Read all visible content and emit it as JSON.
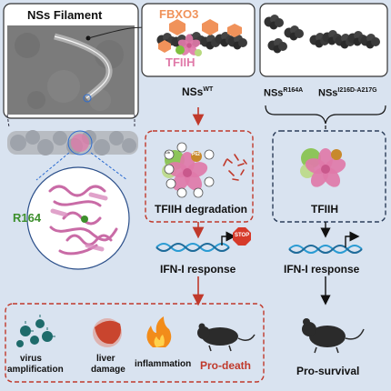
{
  "left_panel": {
    "title": "NSs Filament",
    "residue_label": "R164"
  },
  "top_middle": {
    "ligase_label": "FBXO3",
    "complex_label": "TFIIH",
    "variant_base": "NSs",
    "variant_sup": "WT"
  },
  "top_right": {
    "mutant1_base": "NSs",
    "mutant1_sup": "R164A",
    "mutant2_base": "NSs",
    "mutant2_sup": "I216D-A217G"
  },
  "degradation_box": {
    "ub_tag": "Ub",
    "p62_tag": "P62",
    "caption": "TFIIH degradation"
  },
  "intact_box": {
    "caption": "TFIIH"
  },
  "left_pathway": {
    "stop_label": "STOP",
    "response_label": "IFN-I response",
    "outcomes": [
      {
        "line1": "virus",
        "line2": "amplification"
      },
      {
        "line1": "liver",
        "line2": "damage"
      },
      {
        "line1": "inflammation",
        "line2": ""
      }
    ],
    "fate": "Pro-death"
  },
  "right_pathway": {
    "response_label": "IFN-I response",
    "fate": "Pro-survival"
  },
  "colors": {
    "background": "#d9e3f0",
    "red_accent": "#c0392b",
    "navy_dashed": "#2c3e5a",
    "petal_pink": "#e07aa9",
    "filament_gray": "#3a3a3a",
    "fbxo3_orange": "#f0925a",
    "green_subunit": "#7fbf3f",
    "residue_green": "#3d8f2c",
    "p62_orange": "#c8892c",
    "flame_orange": "#f28c1a",
    "virus_teal": "#1e6b6b"
  }
}
